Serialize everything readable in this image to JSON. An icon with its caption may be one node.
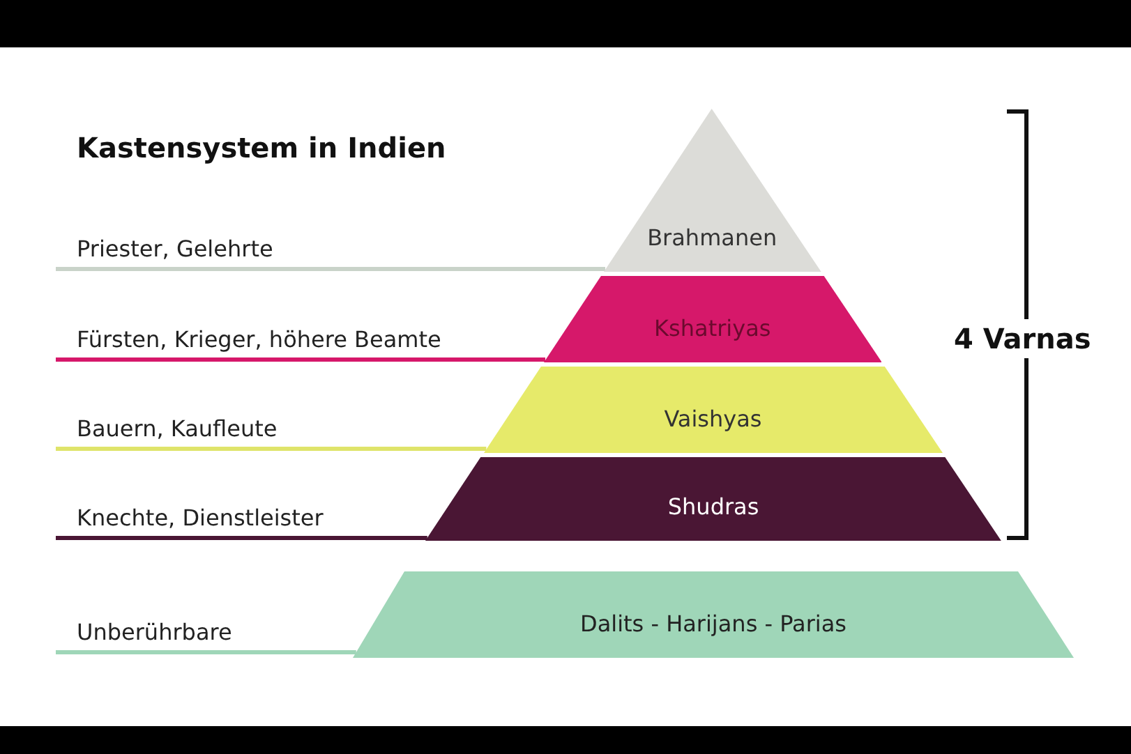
{
  "diagram": {
    "title": "Kastensystem in Indien",
    "nodes": [
      {
        "text": [
          "Priester, Gelehrte"
        ]
      },
      {
        "text": [
          "Brahmanen"
        ]
      },
      {
        "text": [
          "Fürsten, Krieger, höhere Beamte"
        ]
      },
      {
        "text": [
          "Kshatriyas"
        ]
      },
      {
        "text": [
          "Bauern, Kaufleute"
        ]
      },
      {
        "text": [
          "Vaishyas"
        ]
      },
      {
        "text": [
          "Knechte, Dienstleister"
        ]
      },
      {
        "text": [
          "Shudras"
        ]
      },
      {
        "text": [
          "Unberührbare"
        ]
      },
      {
        "text": [
          "Dalits -  Harijans - Parias"
        ]
      }
    ],
    "edges": [
      {
        "from": 0,
        "to": 1,
        "arrow": "none",
        "color": "#c9d3c9"
      },
      {
        "from": 2,
        "to": 3,
        "arrow": "none",
        "color": "#d6186a"
      },
      {
        "from": 4,
        "to": 5,
        "arrow": "none",
        "color": "#dfe46a"
      },
      {
        "from": 6,
        "to": 7,
        "arrow": "none",
        "color": "#4a1634"
      },
      {
        "from": 8,
        "to": 9,
        "arrow": "none",
        "color": "#9fd6b8"
      }
    ],
    "labels": [
      "4 Varnas"
    ]
  }
}
